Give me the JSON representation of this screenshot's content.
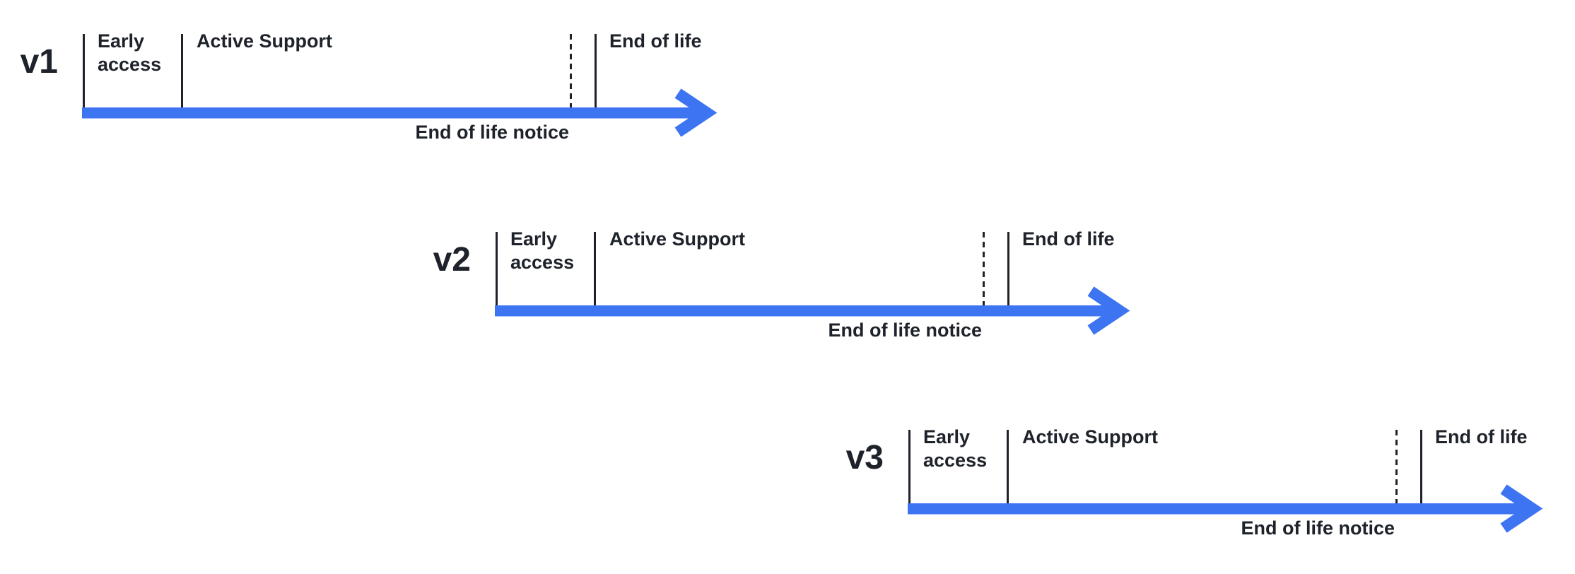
{
  "colors": {
    "accent_blue": "#3D74F2",
    "ink": "#1E222A",
    "background": "#FFFFFF"
  },
  "timelines": [
    {
      "version": "v1",
      "early_access": "Early\naccess",
      "active_support": "Active Support",
      "end_of_life": "End of life",
      "end_of_life_notice": "End of life notice"
    },
    {
      "version": "v2",
      "early_access": "Early\naccess",
      "active_support": "Active Support",
      "end_of_life": "End of life",
      "end_of_life_notice": "End of life notice"
    },
    {
      "version": "v3",
      "early_access": "Early\naccess",
      "active_support": "Active Support",
      "end_of_life": "End of life",
      "end_of_life_notice": "End of life notice"
    }
  ]
}
